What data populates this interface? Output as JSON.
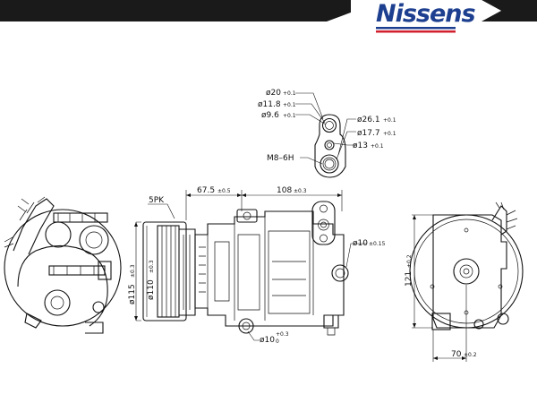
{
  "brand": {
    "name": "Nissens",
    "blue": "#1d3f8f",
    "red": "#d3202f",
    "dark": "#1a1a1a"
  },
  "callouts": {
    "d20_main": "ø20",
    "d20_tol": "+0.1",
    "d118_main": "ø11.8",
    "d118_tol": "+0.1",
    "d96_main": "ø9.6",
    "d96_tol": "+0.1",
    "d261_main": "ø26.1",
    "d261_tol": "+0.1",
    "d177_main": "ø17.7",
    "d177_tol": "+0.1",
    "d13_main": "ø13",
    "d13_tol": "+0.1",
    "thread": "M8–6H"
  },
  "dimensions": {
    "pulley_type": "5PK",
    "len_a": "67.5",
    "len_a_tol": "±0.5",
    "len_b": "108",
    "len_b_tol": "±0.3",
    "dia_115": "ø115",
    "dia_115_tol": "±0.3",
    "dia_110": "ø110",
    "dia_110_tol": "±0.3",
    "bolt_right": "ø10",
    "bolt_right_tol": "±0.15",
    "bolt_bottom": "ø10",
    "bolt_bottom_up": "+0.3",
    "bolt_bottom_low": "0",
    "height_121": "121",
    "height_121_tol": "±0.2",
    "width_70": "70",
    "width_70_tol": "±0.2"
  }
}
